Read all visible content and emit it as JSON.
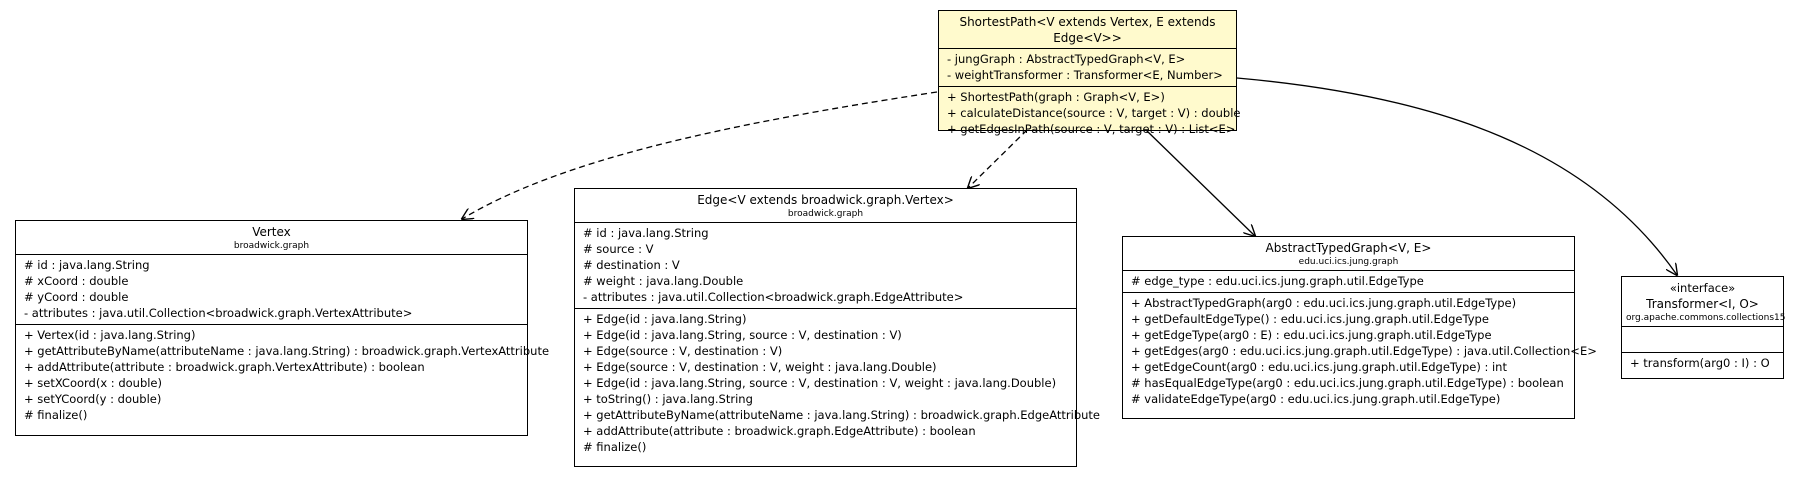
{
  "classes": {
    "shortest": {
      "name": "ShortestPath<V extends Vertex, E extends Edge<V>>",
      "attributes": [
        "- jungGraph : AbstractTypedGraph<V, E>",
        "- weightTransformer : Transformer<E, Number>"
      ],
      "operations": [
        "+ ShortestPath(graph : Graph<V, E>)",
        "+ calculateDistance(source : V, target : V) : double",
        "+ getEdgesInPath(source : V, target : V) : List<E>"
      ]
    },
    "vertex": {
      "name": "Vertex",
      "package": "broadwick.graph",
      "attributes": [
        "# id : java.lang.String",
        "# xCoord : double",
        "# yCoord : double",
        "- attributes : java.util.Collection<broadwick.graph.VertexAttribute>"
      ],
      "operations": [
        "+ Vertex(id : java.lang.String)",
        "+ getAttributeByName(attributeName : java.lang.String) : broadwick.graph.VertexAttribute",
        "+ addAttribute(attribute : broadwick.graph.VertexAttribute) : boolean",
        "+ setXCoord(x : double)",
        "+ setYCoord(y : double)",
        "# finalize()"
      ]
    },
    "edge": {
      "name": "Edge<V extends broadwick.graph.Vertex>",
      "package": "broadwick.graph",
      "attributes": [
        "# id : java.lang.String",
        "# source : V",
        "# destination : V",
        "# weight : java.lang.Double",
        "- attributes : java.util.Collection<broadwick.graph.EdgeAttribute>"
      ],
      "operations": [
        "+ Edge(id : java.lang.String)",
        "+ Edge(id : java.lang.String, source : V, destination : V)",
        "+ Edge(source : V, destination : V)",
        "+ Edge(source : V, destination : V, weight : java.lang.Double)",
        "+ Edge(id : java.lang.String, source : V, destination : V, weight : java.lang.Double)",
        "+ toString() : java.lang.String",
        "+ getAttributeByName(attributeName : java.lang.String) : broadwick.graph.EdgeAttribute",
        "+ addAttribute(attribute : broadwick.graph.EdgeAttribute) : boolean",
        "# finalize()"
      ]
    },
    "abstract": {
      "name": "AbstractTypedGraph<V, E>",
      "package": "edu.uci.ics.jung.graph",
      "attributes": [
        "# edge_type : edu.uci.ics.jung.graph.util.EdgeType"
      ],
      "operations": [
        "+ AbstractTypedGraph(arg0 : edu.uci.ics.jung.graph.util.EdgeType)",
        "+ getDefaultEdgeType() : edu.uci.ics.jung.graph.util.EdgeType",
        "+ getEdgeType(arg0 : E) : edu.uci.ics.jung.graph.util.EdgeType",
        "+ getEdges(arg0 : edu.uci.ics.jung.graph.util.EdgeType) : java.util.Collection<E>",
        "+ getEdgeCount(arg0 : edu.uci.ics.jung.graph.util.EdgeType) : int",
        "# hasEqualEdgeType(arg0 : edu.uci.ics.jung.graph.util.EdgeType) : boolean",
        "# validateEdgeType(arg0 : edu.uci.ics.jung.graph.util.EdgeType)"
      ]
    },
    "transformer": {
      "stereotype": "«interface»",
      "name": "Transformer<I, O>",
      "package": "org.apache.commons.collections15",
      "attributes": [],
      "operations": [
        "+ transform(arg0 : I) : O"
      ]
    }
  },
  "colors": {
    "focus_fill": "#fffacd",
    "line": "#000000"
  }
}
